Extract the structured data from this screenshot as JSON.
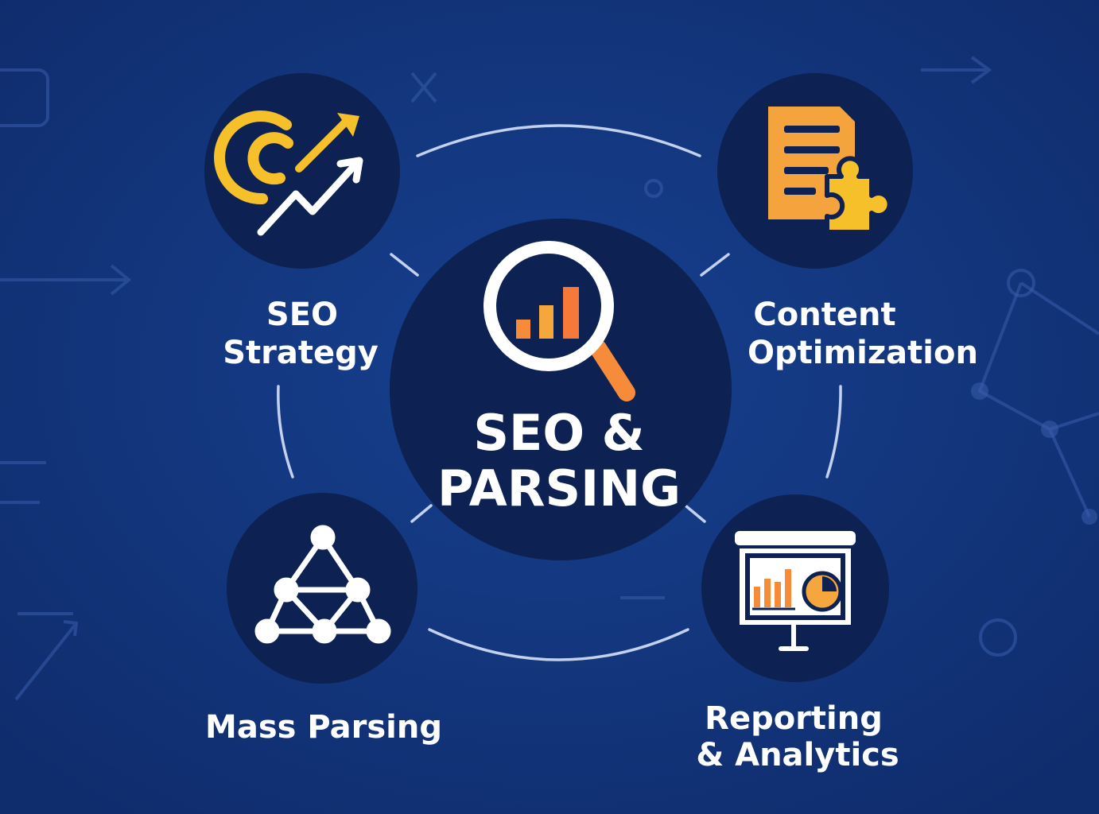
{
  "center": {
    "line1": "SEO &",
    "line2": "PARSING",
    "icon": "magnifier-bar-chart-icon"
  },
  "nodes": [
    {
      "id": "seo-strategy",
      "lines": [
        "SEO",
        "Strategy"
      ],
      "icon": "target-arrow-growth-icon"
    },
    {
      "id": "content-optimization",
      "lines": [
        "Content",
        "Optimization"
      ],
      "icon": "document-puzzle-icon"
    },
    {
      "id": "mass-parsing",
      "lines": [
        "Mass Parsing"
      ],
      "icon": "network-graph-icon"
    },
    {
      "id": "reporting-analytics",
      "lines": [
        "Reporting",
        "& Analytics"
      ],
      "icon": "presentation-chart-icon"
    }
  ],
  "colors": {
    "background": "#13347c",
    "circle": "#0d2152",
    "accent_yellow": "#f5c02a",
    "accent_orange": "#f68b3a",
    "text": "#ffffff"
  }
}
